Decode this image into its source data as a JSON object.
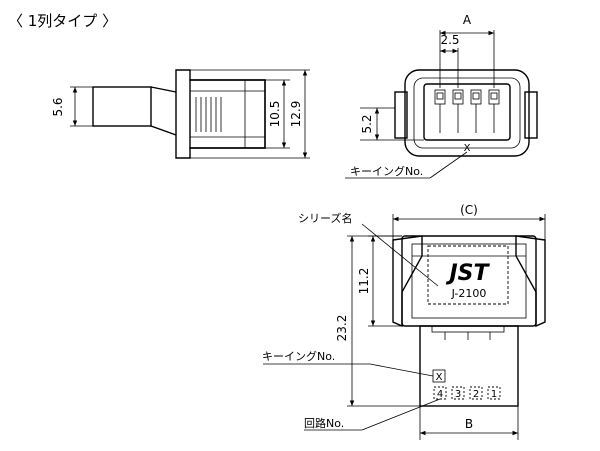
{
  "heading": "〈 1列タイプ 〉",
  "side_view": {
    "dim_left": "5.6",
    "dim_mid": "10.5",
    "dim_right": "12.9"
  },
  "front_view": {
    "dim_a": "A",
    "dim_pitch": "2.5",
    "dim_height": "5.2",
    "key_mark": "X",
    "keying_label": "キーイングNo."
  },
  "bottom_view": {
    "dim_c": "(C)",
    "series_label": "シリーズ名",
    "brand": "JST",
    "part_number": "J-2100",
    "dim_11_2": "11.2",
    "dim_23_2": "23.2",
    "keying_label": "キーイングNo.",
    "key_mark": "X",
    "circuits": [
      "4",
      "3",
      "2",
      "1"
    ],
    "circuit_label": "回路No.",
    "dim_b": "B"
  }
}
